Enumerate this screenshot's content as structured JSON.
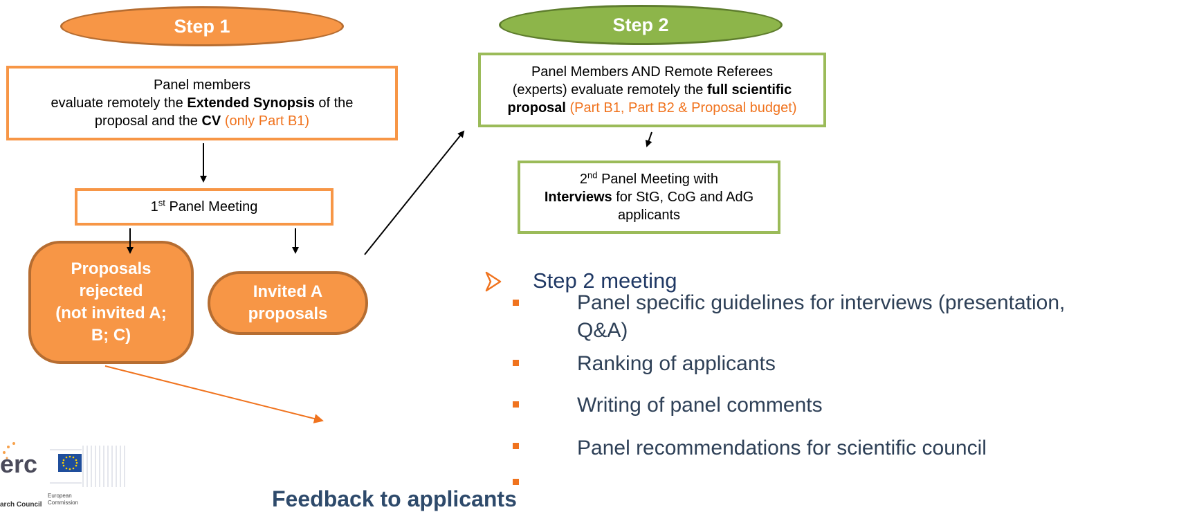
{
  "step1": {
    "label": "Step 1",
    "remote_box": {
      "line1": "Panel members",
      "line2_pre": "evaluate remotely the ",
      "line2_bold": "Extended Synopsis",
      "line2_post": " of the",
      "line3_pre": "proposal and the ",
      "line3_bold": "CV",
      "line3_orange": " (only Part B1)"
    },
    "meeting": {
      "ordinal": "1",
      "sup": "st",
      "text": " Panel Meeting"
    },
    "rejected": [
      "Proposals",
      "rejected",
      "(not invited A;",
      "B; C)"
    ],
    "invited": [
      "Invited A",
      "proposals"
    ]
  },
  "step2": {
    "label": "Step 2",
    "remote_box": {
      "line1": "Panel Members AND Remote Referees",
      "line2_pre": "(experts) evaluate remotely the ",
      "line2_bold": "full scientific",
      "line3_bold": "proposal",
      "line3_orange": " (Part B1, Part B2 & Proposal budget)"
    },
    "meeting": {
      "ordinal": "2",
      "sup": "nd",
      "text": " Panel Meeting with",
      "line2_bold": "Interviews",
      "line2_post": " for StG, CoG and AdG",
      "line3": "applicants"
    }
  },
  "bullets": {
    "title": "Step 2 meeting",
    "items": [
      "Panel specific guidelines for interviews (presentation,",
      "Q&A)",
      "Ranking of applicants",
      "Writing of panel comments",
      "Panel recommendations for scientific council"
    ]
  },
  "feedback": "Feedback to applicants",
  "logos": {
    "erc_text": "erc",
    "erc_caption": "arch Council",
    "ec_label_line1": "European",
    "ec_label_line2": "Commission"
  },
  "colors": {
    "orange_fill": "#F79646",
    "orange_border": "#B66D31",
    "green_fill": "#8DB54A",
    "green_border": "#9BBB59",
    "accent_text": "#F0731E",
    "bullet_title": "#1F3864"
  }
}
